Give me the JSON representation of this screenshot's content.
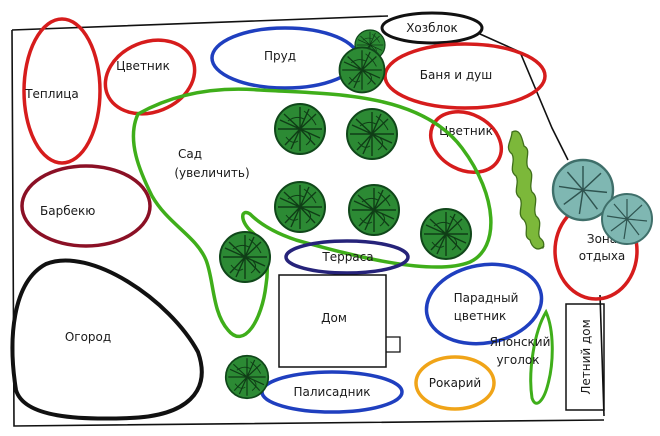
{
  "zones": {
    "greenhouse": "Теплица",
    "flowerbed_left": "Цветник",
    "pond": "Пруд",
    "shed": "Хозблок",
    "bath": "Баня и душ",
    "flowerbed_right": "Цветник",
    "garden_line1": "Сад",
    "garden_line2": "(увеличить)",
    "bbq": "Барбекю",
    "terrace": "Терраса",
    "house": "Дом",
    "vegetable_garden": "Огород",
    "rest_line1": "Зона",
    "rest_line2": "отдыха",
    "front_flowerbed_line1": "Парадный",
    "front_flowerbed_line2": "цветник",
    "japanese_corner_line1": "Японский",
    "japanese_corner_line2": "уголок",
    "rockery": "Рокарий",
    "front_garden": "Палисадник",
    "summer_house": "Летний дом"
  },
  "colors": {
    "red": "#d61c1c",
    "dark_red": "#8b1025",
    "blue": "#1f3fbf",
    "navy": "#26237a",
    "green": "#3fae1a",
    "black": "#111111",
    "orange": "#f0a418",
    "tree": "#2c8a34",
    "tree_dark": "#10471a",
    "tree_light": "#7fb7b2",
    "hedge": "#7cb83a"
  },
  "icons": {
    "tree": "tree-icon",
    "hedge": "hedge-icon"
  }
}
